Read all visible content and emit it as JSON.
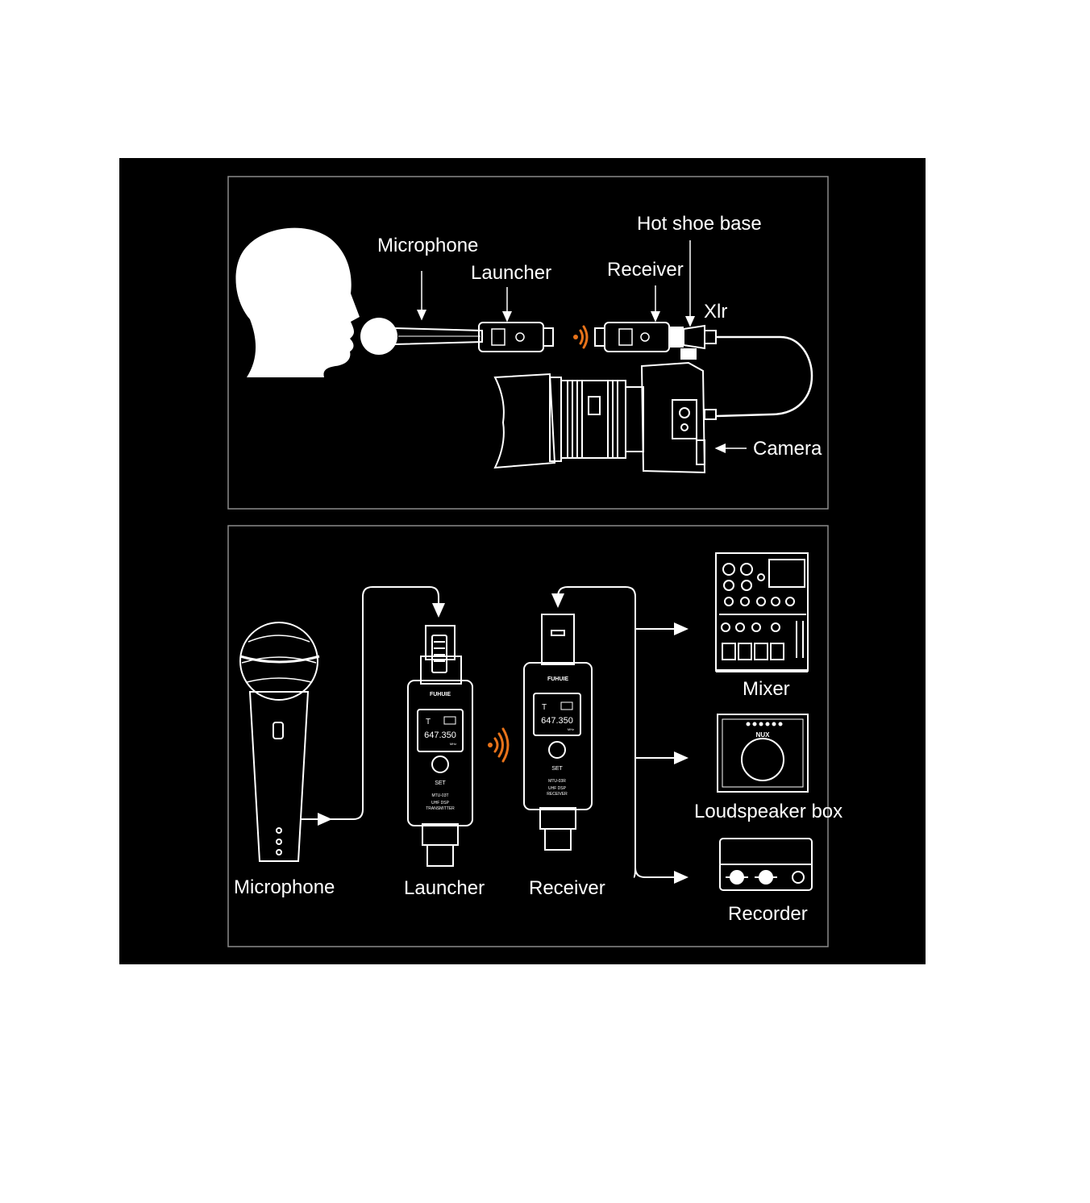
{
  "top_panel": {
    "labels": {
      "microphone": "Microphone",
      "launcher": "Launcher",
      "receiver": "Receiver",
      "hot_shoe_base": "Hot shoe base",
      "xlr": "Xlr",
      "camera": "Camera"
    }
  },
  "bottom_panel": {
    "labels": {
      "microphone": "Microphone",
      "launcher": "Launcher",
      "receiver": "Receiver",
      "mixer": "Mixer",
      "loudspeaker_box": "Loudspeaker box",
      "recorder": "Recorder"
    },
    "launcher_device": {
      "brand": "FUHUIE",
      "frequency": "647.350",
      "unit": "MHz",
      "set_label": "SET",
      "model": "MTU-03T",
      "caption_1": "UHF DSP",
      "caption_2": "TRANSMITTER"
    },
    "receiver_device": {
      "brand": "FUHUIE",
      "frequency": "647.350",
      "unit": "MHz",
      "set_label": "SET",
      "model": "MTU-03R",
      "caption_1": "UHF DSP",
      "caption_2": "RECEIVER"
    },
    "speaker_brand": "NUX"
  },
  "colors": {
    "background": "#000000",
    "line": "#ffffff",
    "signal": "#e8731a"
  }
}
